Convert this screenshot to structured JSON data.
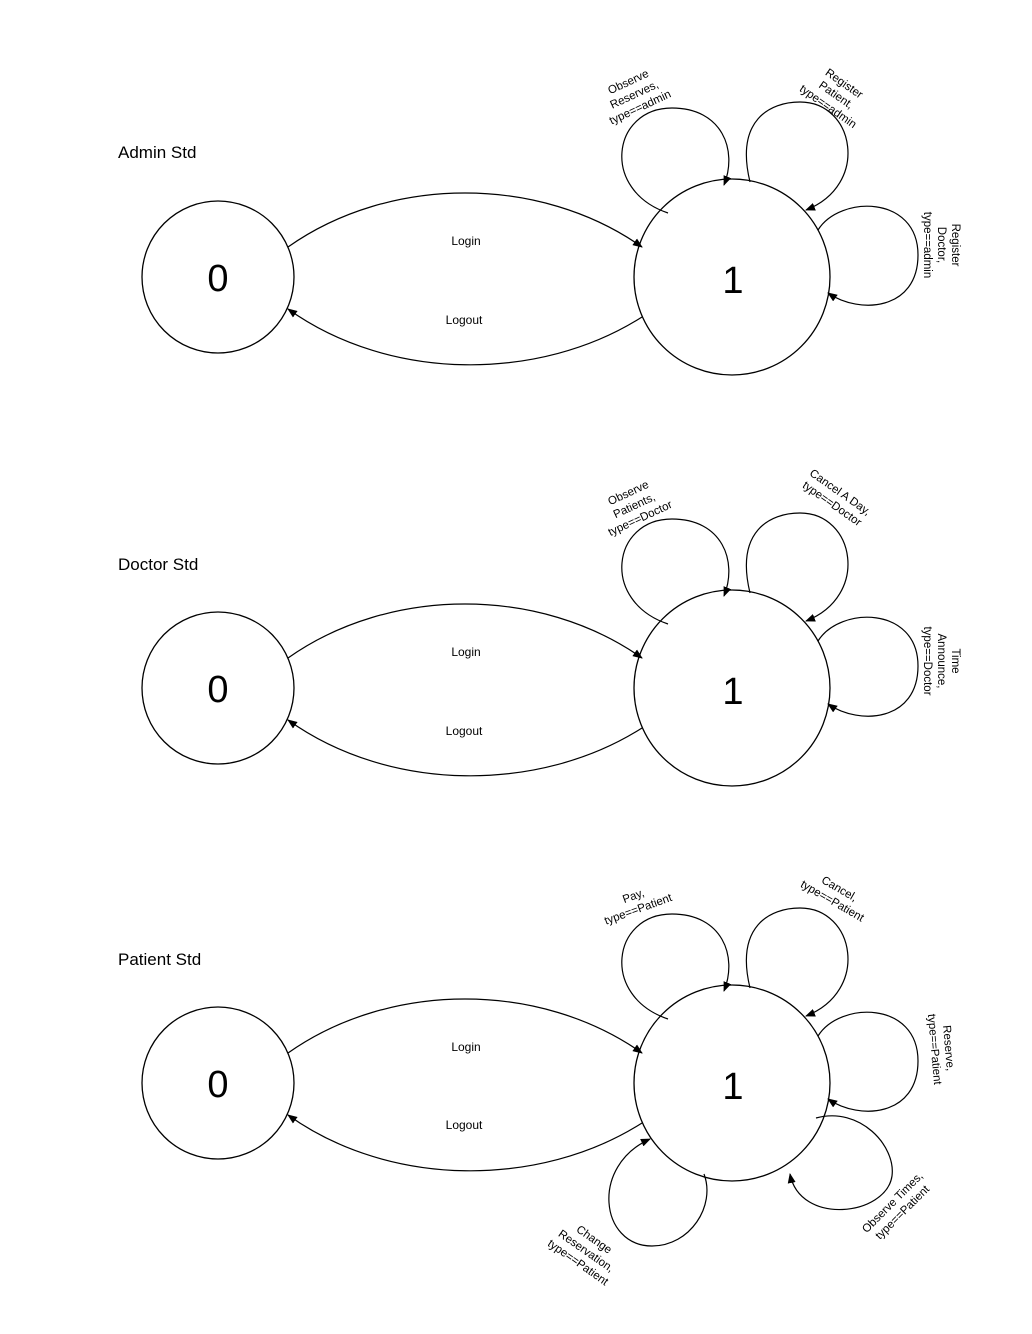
{
  "diagrams": [
    {
      "title": "Admin Std",
      "state_start": "0",
      "state_logged": "1",
      "login": "Login",
      "logout": "Logout",
      "loops": [
        [
          "Observe",
          "Reserves,",
          "type==admin"
        ],
        [
          "Register",
          "Patient,",
          "type==admin"
        ],
        [
          "Register",
          "Doctor,",
          "type==admin"
        ]
      ]
    },
    {
      "title": "Doctor Std",
      "state_start": "0",
      "state_logged": "1",
      "login": "Login",
      "logout": "Logout",
      "loops": [
        [
          "Observe",
          "Patients,",
          "type==Doctor"
        ],
        [
          "Cancel A Day,",
          "type==Doctor"
        ],
        [
          "Time",
          "Announce,",
          "type==Doctor"
        ]
      ]
    },
    {
      "title": "Patient Std",
      "state_start": "0",
      "state_logged": "1",
      "login": "Login",
      "logout": "Logout",
      "loops": [
        [
          "Pay,",
          "type==Patient"
        ],
        [
          "Cancel,",
          "type==Patient"
        ],
        [
          "Reserve,",
          "type==Patient"
        ],
        [
          "Observe Times,",
          "type==Patient"
        ],
        [
          "Change",
          "Reservation,",
          "type==Patient"
        ]
      ]
    }
  ]
}
